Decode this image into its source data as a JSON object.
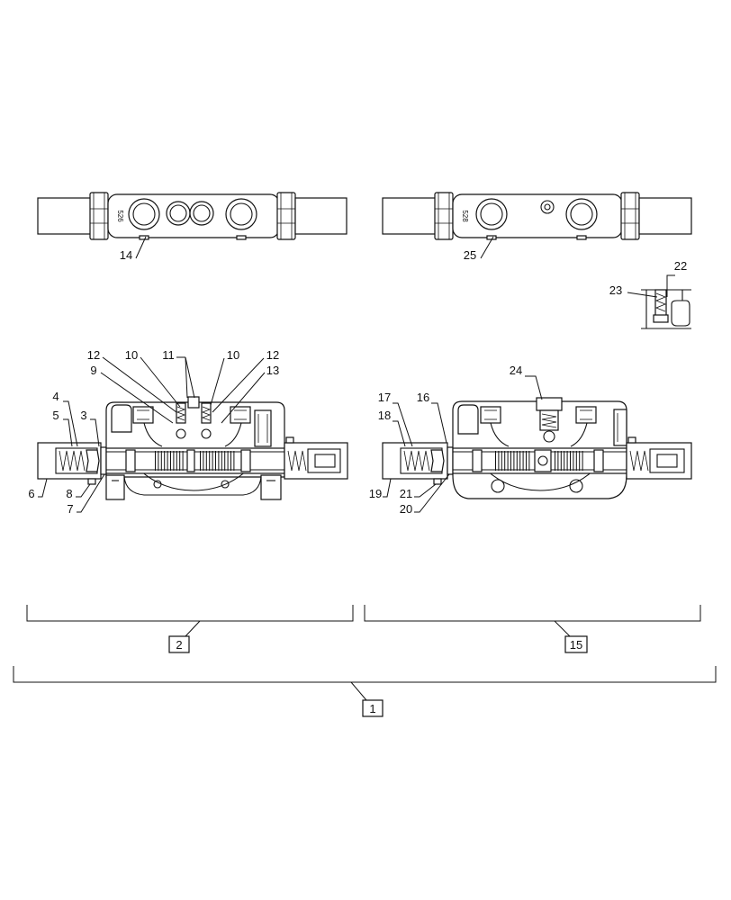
{
  "diagram": {
    "part_markings": {
      "left_spool": "526",
      "right_spool": "528"
    },
    "callouts": {
      "p14": "14",
      "p25": "25",
      "p22": "22",
      "p23": "23",
      "p12a": "12",
      "p10a": "10",
      "p11": "11",
      "p10b": "10",
      "p12b": "12",
      "p9": "9",
      "p13": "13",
      "p4": "4",
      "p5": "5",
      "p3": "3",
      "p6": "6",
      "p8": "8",
      "p7": "7",
      "p24": "24",
      "p17": "17",
      "p16": "16",
      "p18": "18",
      "p19": "19",
      "p21": "21",
      "p20": "20"
    },
    "assemblies": {
      "left": "2",
      "right": "15",
      "complete": "1"
    }
  }
}
